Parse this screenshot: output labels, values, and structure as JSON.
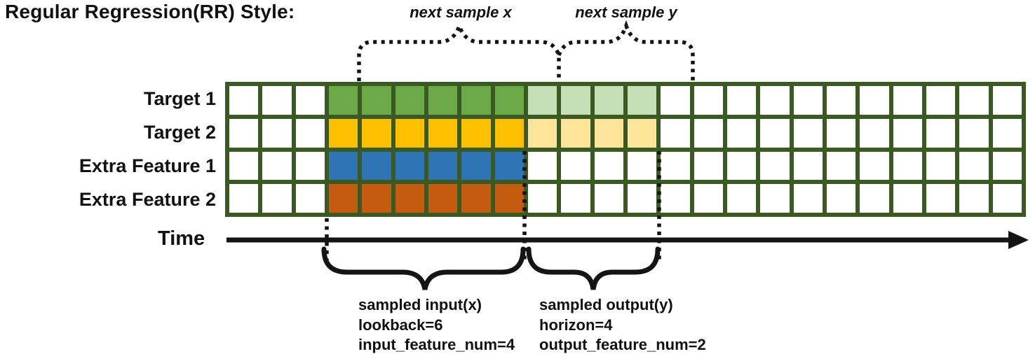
{
  "title": "Regular Regression(RR) Style:",
  "colors": {
    "grid_border": "#3B5A23",
    "line_black": "#141414",
    "cell_empty": "#FFFFFF",
    "target1_input": "#6BAA47",
    "target1_output": "#C5DEB5",
    "target2_input": "#FFC000",
    "target2_output": "#FFE599",
    "extra_feature1_input": "#2E75B6",
    "extra_feature2_input": "#C55A11"
  },
  "grid": {
    "columns": 24,
    "lead_cols": 3,
    "rows": [
      {
        "label": "Target 1",
        "input_color": "#6BAA47",
        "output_color": "#C5DEB5"
      },
      {
        "label": "Target 2",
        "input_color": "#FFC000",
        "output_color": "#FFE599"
      },
      {
        "label": "Extra Feature 1",
        "input_color": "#2E75B6",
        "output_color": null
      },
      {
        "label": "Extra Feature 2",
        "input_color": "#C55A11",
        "output_color": null
      }
    ]
  },
  "sample": {
    "lookback": 6,
    "horizon": 4,
    "input_feature_num": 4,
    "output_feature_num": 2
  },
  "annotations": {
    "next_sample_x": "next sample x",
    "next_sample_y": "next sample y",
    "time_label": "Time",
    "input_lines": [
      "sampled input(x)",
      "lookback=6",
      "input_feature_num=4"
    ],
    "output_lines": [
      "sampled output(y)",
      "horizon=4",
      "output_feature_num=2"
    ]
  }
}
